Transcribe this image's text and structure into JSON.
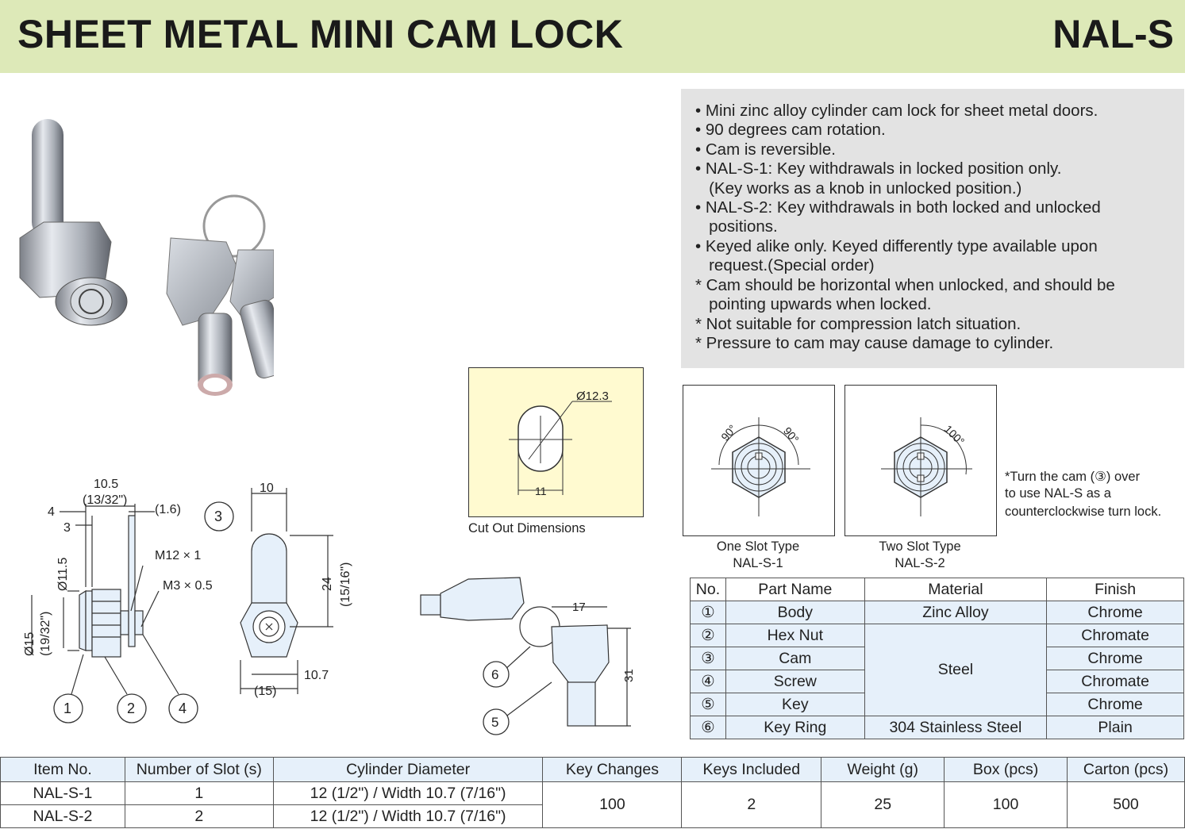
{
  "header": {
    "title": "SHEET METAL MINI CAM LOCK",
    "model": "NAL-S"
  },
  "features": [
    "• Mini zinc alloy cylinder cam lock for sheet metal doors.",
    "• 90 degrees cam rotation.",
    "• Cam is reversible.",
    "• NAL-S-1: Key withdrawals in locked position only.",
    "   (Key works as a knob in unlocked position.)",
    "• NAL-S-2: Key withdrawals in both locked and unlocked",
    "   positions.",
    "• Keyed alike only. Keyed differently type available upon",
    "   request.(Special order)",
    "* Cam should be horizontal when unlocked, and should be",
    "   pointing upwards when locked.",
    "* Not suitable for compression latch situation.",
    "* Pressure to cam may cause damage to cylinder."
  ],
  "cutout": {
    "caption": "Cut Out Dimensions",
    "diameter": "Ø12.3",
    "width": "11"
  },
  "slots": {
    "one": {
      "caption1": "One Slot Type",
      "caption2": "NAL-S-1",
      "angle1": "90°",
      "angle2": "90°"
    },
    "two": {
      "caption1": "Two Slot Type",
      "caption2": "NAL-S-2",
      "angle": "100°"
    },
    "note": [
      "*Turn the cam (③) over",
      "to use NAL-S as a",
      "counterclockwise turn lock."
    ]
  },
  "drawing": {
    "side": {
      "d105": "10.5",
      "d1332": "(13/32\")",
      "d4": "4",
      "d3": "3",
      "d16": "(1.6)",
      "d115": "Ø11.5",
      "d15": "Ø15",
      "d1932": "(19/32\")",
      "m12": "M12 × 1",
      "m3": "M3 × 0.5",
      "c1": "1",
      "c2": "2",
      "c3": "3",
      "c4": "4"
    },
    "front": {
      "d10": "10",
      "d24": "24",
      "d1516": "(15/16\")",
      "d107": "10.7",
      "d15p": "(15)"
    },
    "key": {
      "d17": "17",
      "d31": "31",
      "c5": "5",
      "c6": "6"
    }
  },
  "parts": {
    "headers": [
      "No.",
      "Part Name",
      "Material",
      "Finish"
    ],
    "rows": [
      {
        "no": "①",
        "name": "Body",
        "finish": "Chrome"
      },
      {
        "no": "②",
        "name": "Hex Nut",
        "finish": "Chromate"
      },
      {
        "no": "③",
        "name": "Cam",
        "finish": "Chrome"
      },
      {
        "no": "④",
        "name": "Screw",
        "finish": "Chromate"
      },
      {
        "no": "⑤",
        "name": "Key",
        "finish": "Chrome"
      },
      {
        "no": "⑥",
        "name": "Key Ring",
        "finish": "Plain"
      }
    ],
    "material_zinc": "Zinc Alloy",
    "material_steel": "Steel",
    "material_ss": "304 Stainless Steel"
  },
  "spec": {
    "headers": [
      "Item No.",
      "Number of Slot (s)",
      "Cylinder Diameter",
      "Key Changes",
      "Keys Included",
      "Weight (g)",
      "Box (pcs)",
      "Carton (pcs)"
    ],
    "rows": [
      {
        "item": "NAL-S-1",
        "slots": "1",
        "cyl": "12 (1/2\") / Width 10.7 (7/16\")"
      },
      {
        "item": "NAL-S-2",
        "slots": "2",
        "cyl": "12 (1/2\") / Width 10.7 (7/16\")"
      }
    ],
    "key_changes": "100",
    "keys_included": "2",
    "weight": "25",
    "box": "100",
    "carton": "500"
  }
}
